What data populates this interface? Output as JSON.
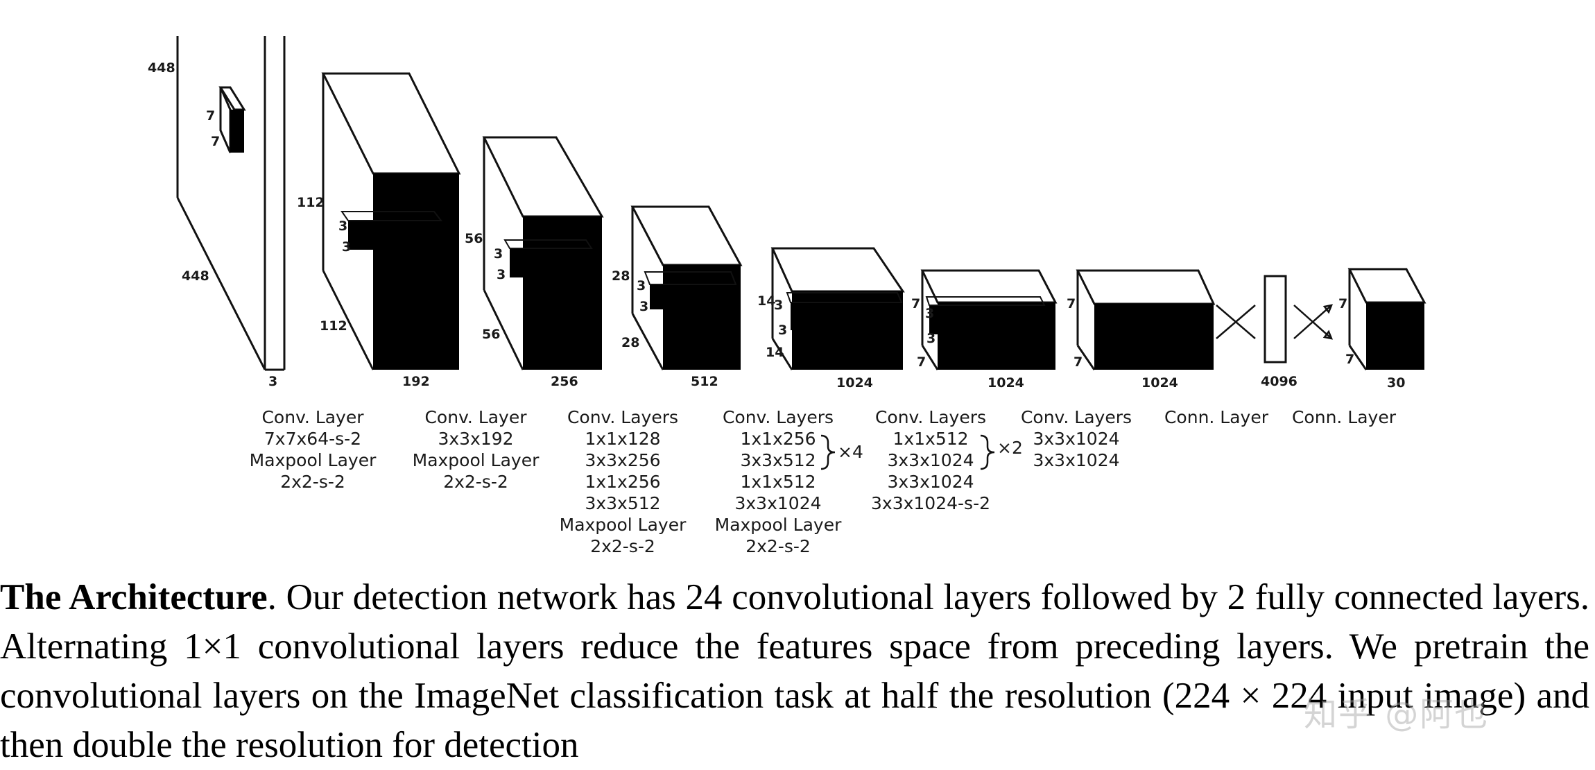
{
  "layers": [
    {
      "dims": [
        "448",
        "448",
        "7",
        "7",
        "3"
      ],
      "desc": [
        "Conv. Layer",
        "7x7x64-s-2",
        "Maxpool Layer",
        "2x2-s-2"
      ]
    },
    {
      "dims": [
        "112",
        "112",
        "3",
        "3",
        "192"
      ],
      "desc": [
        "Conv. Layer",
        "3x3x192",
        "Maxpool Layer",
        "2x2-s-2"
      ]
    },
    {
      "dims": [
        "56",
        "56",
        "3",
        "3",
        "256"
      ],
      "desc": [
        "Conv. Layers",
        "1x1x128",
        "3x3x256",
        "1x1x256",
        "3x3x512",
        "Maxpool Layer",
        "2x2-s-2"
      ]
    },
    {
      "dims": [
        "28",
        "28",
        "3",
        "3",
        "512"
      ],
      "desc": [
        "Conv. Layers",
        "1x1x256",
        "3x3x512",
        "1x1x512",
        "3x3x1024",
        "Maxpool Layer",
        "2x2-s-2"
      ],
      "repeat": "×4"
    },
    {
      "dims": [
        "14",
        "14",
        "3",
        "3",
        "1024"
      ],
      "desc": [
        "Conv. Layers",
        "1x1x512",
        "3x3x1024",
        "3x3x1024",
        "3x3x1024-s-2"
      ],
      "repeat": "×2"
    },
    {
      "dims": [
        "7",
        "7",
        "3",
        "3",
        "1024"
      ],
      "desc": [
        "Conv. Layers",
        "3x3x1024",
        "3x3x1024"
      ]
    },
    {
      "dims": [
        "7",
        "7",
        "1024"
      ],
      "desc": [
        "Conn. Layer"
      ]
    },
    {
      "dims": [
        "4096"
      ],
      "desc": [
        "Conn. Layer"
      ]
    },
    {
      "dims": [
        "7",
        "7",
        "30"
      ]
    }
  ],
  "caption": {
    "title": "The Architecture",
    "body": ". Our detection network has 24 convolutional layers followed by 2 fully connected layers. Alternating 1×1 convolutional layers reduce the features space from preceding layers. We pretrain the convolutional layers on the ImageNet classification task at half the resolution (224 × 224 input image) and then double the resolution for detection"
  },
  "watermark": "知乎 @阿也"
}
